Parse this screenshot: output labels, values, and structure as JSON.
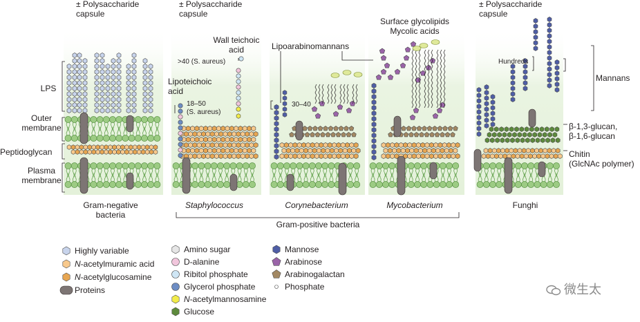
{
  "top_labels": {
    "capsule_left": "± Polysaccharide\ncapsule",
    "capsule_mid": "± Polysaccharide\ncapsule",
    "capsule_right": "± Polysaccharide\ncapsule",
    "wall_teichoic": "Wall teichoic\nacid",
    "saureus_40": ">40 (S. aureus)",
    "lipoteichoic": "Lipoteichoic\nacid",
    "saureus_18": "18–50\n(S. aureus)",
    "lipoarabinomannans": "Lipoarabinomannans",
    "surface": "Surface glycolipids\nMycolic acids",
    "count_30_40": "30–40",
    "hundreds": "Hundreds"
  },
  "layer_labels": {
    "lps": "LPS",
    "outer_membrane": "Outer\nmembrane",
    "peptidoglycan": "Peptidoglycan",
    "plasma_membrane": "Plasma\nmembrane",
    "mannans": "Mannans",
    "glucan": "β-1,3-glucan,\nβ-1,6-glucan",
    "chitin": "Chitin\n(GlcNAc polymer)"
  },
  "organisms": {
    "gram_negative": "Gram-negative\nbacteria",
    "staph": "Staphylococcus",
    "coryne": "Corynebacterium",
    "myco": "Mycobacterium",
    "fungi": "Funghi",
    "gram_positive": "Gram-positive bacteria"
  },
  "legend": {
    "col1": [
      {
        "label": "Highly variable",
        "shape": "hexagon",
        "color": "#c8d4ec"
      },
      {
        "label": "N-acetylmuramic acid",
        "shape": "hexagon",
        "color": "#f8c98c",
        "italic_prefix": "N"
      },
      {
        "label": "N-acetylglucosamine",
        "shape": "hexagon",
        "color": "#e7a652",
        "italic_prefix": "N"
      },
      {
        "label": "Proteins",
        "shape": "pill",
        "color": "#7d7574"
      }
    ],
    "col2": [
      {
        "label": "Amino sugar",
        "shape": "hexagon",
        "color": "#e6e6e6"
      },
      {
        "label": "D-alanine",
        "shape": "circle",
        "color": "#f1c6dc"
      },
      {
        "label": "Ribitol phosphate",
        "shape": "circle",
        "color": "#cfe6f5"
      },
      {
        "label": "Glycerol phosphate",
        "shape": "circle",
        "color": "#6d8dc4"
      },
      {
        "label": "N-acetylmannosamine",
        "shape": "hexagon",
        "color": "#f2ec4a",
        "italic_prefix": "N"
      },
      {
        "label": "Glucose",
        "shape": "hexagon",
        "color": "#5d8a3c"
      }
    ],
    "col3": [
      {
        "label": "Mannose",
        "shape": "hexagon",
        "color": "#4f5ea6"
      },
      {
        "label": "Arabinose",
        "shape": "pentagon",
        "color": "#9a64a8"
      },
      {
        "label": "Arabinogalactan",
        "shape": "pentagon",
        "color": "#a28863"
      },
      {
        "label": "Phosphate",
        "shape": "dot",
        "color": "#ffffff"
      }
    ]
  },
  "watermark": "微生太",
  "colors": {
    "highly_variable": "#c8d4ec",
    "mur": "#f8c98c",
    "glcnac": "#e7a652",
    "protein": "#7d7574",
    "membrane_head": "#9ccb83",
    "membrane_head_stroke": "#4f8a3b",
    "glucose": "#5d8a3c",
    "mannose": "#4f5ea6",
    "arabinose": "#9a64a8",
    "arabinogalactan": "#a28863",
    "glycerol": "#6d8dc4",
    "ribitol": "#cfe6f5",
    "manna": "#f2ec4a",
    "dala": "#f1c6dc",
    "amino": "#e6e6e6",
    "glycolipid": "#dfe99a",
    "bg_green": "#e7f3dd"
  }
}
